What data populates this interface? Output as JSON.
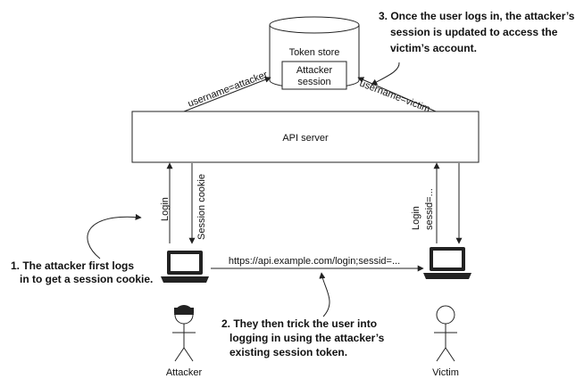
{
  "nodes": {
    "token_store": "Token store",
    "attacker_session_line1": "Attacker",
    "attacker_session_line2": "session",
    "api_server": "API server",
    "attacker": "Attacker",
    "victim": "Victim"
  },
  "edges": {
    "username_attacker": "username=attacker",
    "username_victim": "username=victim",
    "login_left": "Login",
    "session_cookie": "Session cookie",
    "login_right": "Login",
    "sessid_right": "sessid=...",
    "url": "https://api.example.com/login;sessid=..."
  },
  "annotations": {
    "step1_line1": "1. The attacker first logs",
    "step1_line2": "in to get a session cookie.",
    "step2_line1": "2. They then trick the user into",
    "step2_line2": "logging in using the attacker’s",
    "step2_line3": "existing session token.",
    "step3_line1": "3. Once the user logs in, the attacker’s",
    "step3_line2": "session is updated to access the",
    "step3_line3": "victim’s account."
  }
}
